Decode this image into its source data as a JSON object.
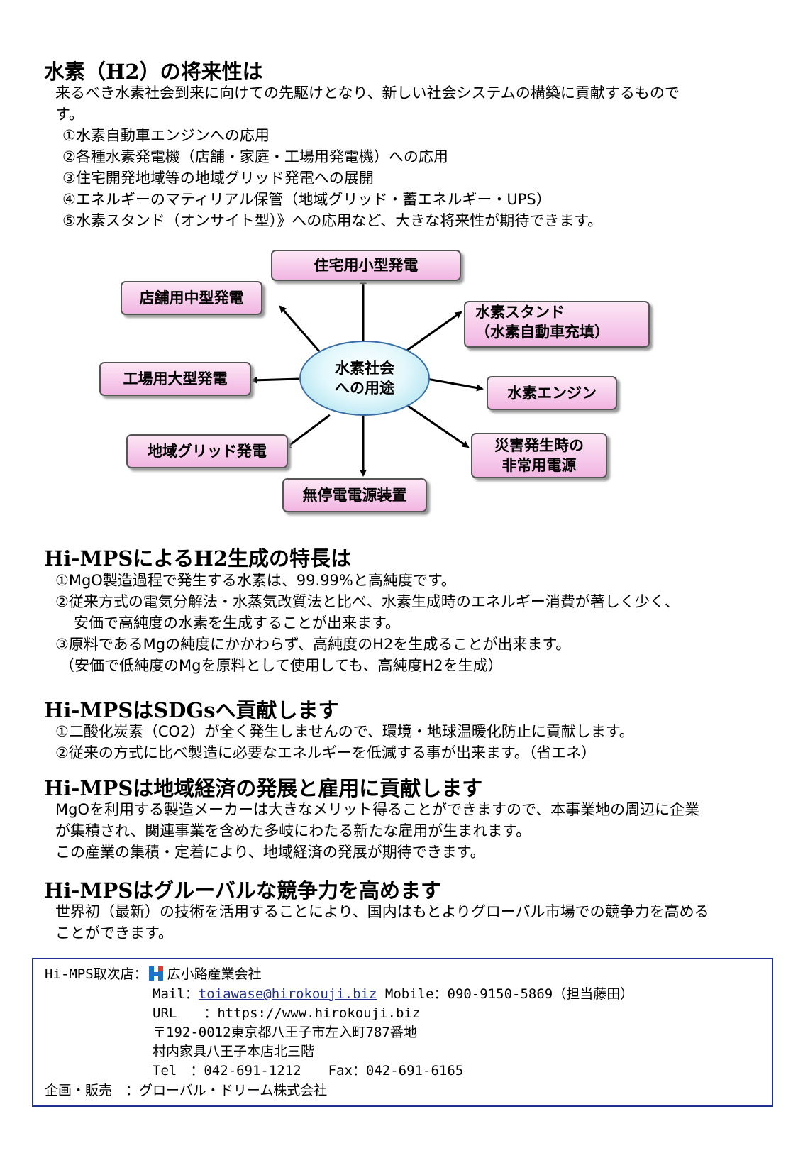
{
  "sections": [
    {
      "title": "水素（H2）の将来性は",
      "lines": [
        "来るべき水素社会到来に向けての先駆けとなり、新しい社会システムの構築に貢献するもので",
        "す。",
        "①水素自動車エンジンへの応用",
        "②各種水素発電機（店舗・家庭・工場用発電機）への応用",
        "③住宅開発地域等の地域グリッド発電への展開",
        "④エネルギーのマティリアル保管（地域グリッド・蓄エネルギー・UPS）",
        "⑤水素スタンド（オンサイト型）》への応用など、大きな将来性が期待できます。"
      ]
    },
    {
      "title": "Hi-MPSによるH2生成の特長は",
      "lines": [
        "①MgO製造過程で発生する水素は、99.99%と高純度です。",
        "②従来方式の電気分解法・水蒸気改質法と比べ、水素生成時のエネルギー消費が著しく少く、",
        "安価で高純度の水素を生成することが出来ます。",
        "③原料であるMgの純度にかかわらず、高純度のH2を生成ることが出来ます。",
        "（安価で低純度のMgを原料として使用しても、高純度H2を生成）"
      ]
    },
    {
      "title": "Hi-MPSはSDGsへ貢献します",
      "lines": [
        "①二酸化炭素（CO2）が全く発生しませんので、環境・地球温暖化防止に貢献します。",
        "②従来の方式に比べ製造に必要なエネルギーを低減する事が出来ます。（省エネ）"
      ]
    },
    {
      "title": "Hi-MPSは地域経済の発展と雇用に貢献します",
      "lines": [
        "MgOを利用する製造メーカーは大きなメリット得ることができますので、本事業地の周辺に企業",
        "が集積され、関連事業を含めた多岐にわたる新たな雇用が生まれます。",
        "この産業の集積・定着により、地域経済の発展が期待できます。"
      ]
    },
    {
      "title": "Hi-MPSはグルーバルな競争力を高めます",
      "lines": [
        "世界初（最新）の技術を活用することにより、国内はもとよりグローバル市場での競争力を高める",
        "ことができます。"
      ]
    }
  ],
  "diagram": {
    "center_line1": "水素社会",
    "center_line2": "への用途",
    "boxes": {
      "top": "住宅用小型発電",
      "upper_left": "店舗用中型発電",
      "left": "工場用大型発電",
      "lower_left": "地域グリッド発電",
      "bottom": "無停電電源装置",
      "upper_right_line1": "水素スタンド",
      "upper_right_line2": "（水素自動車充填）",
      "right": "水素エンジン",
      "lower_right_line1": "災害発生時の",
      "lower_right_line2": "非常用電源"
    }
  },
  "contact": {
    "agent_label": "Hi-MPS取次店：",
    "agent_name": "広小路産業会社",
    "mail_label": "Mail：",
    "mail": "toiawase@hirokouji.biz",
    "mobile": "Mobile：090-9150-5869（担当藤田）",
    "url_label": "URL　　：",
    "url": "https://www.hirokouji.biz",
    "address1": "〒192-0012東京都八王子市左入町787番地",
    "address2": "村内家具八王子本店北三階",
    "tel": "Tel　：042-691-1212",
    "fax": "Fax：042-691-6165",
    "planner_label": "企画・販売　：",
    "planner": "グローバル・ドリーム株式会社"
  },
  "colors": {
    "box_fill": "#f1b5e2",
    "ellipse_fill": "#9fdcec",
    "frame": "#1f2f8c",
    "logo_blue": "#1a73c8"
  }
}
